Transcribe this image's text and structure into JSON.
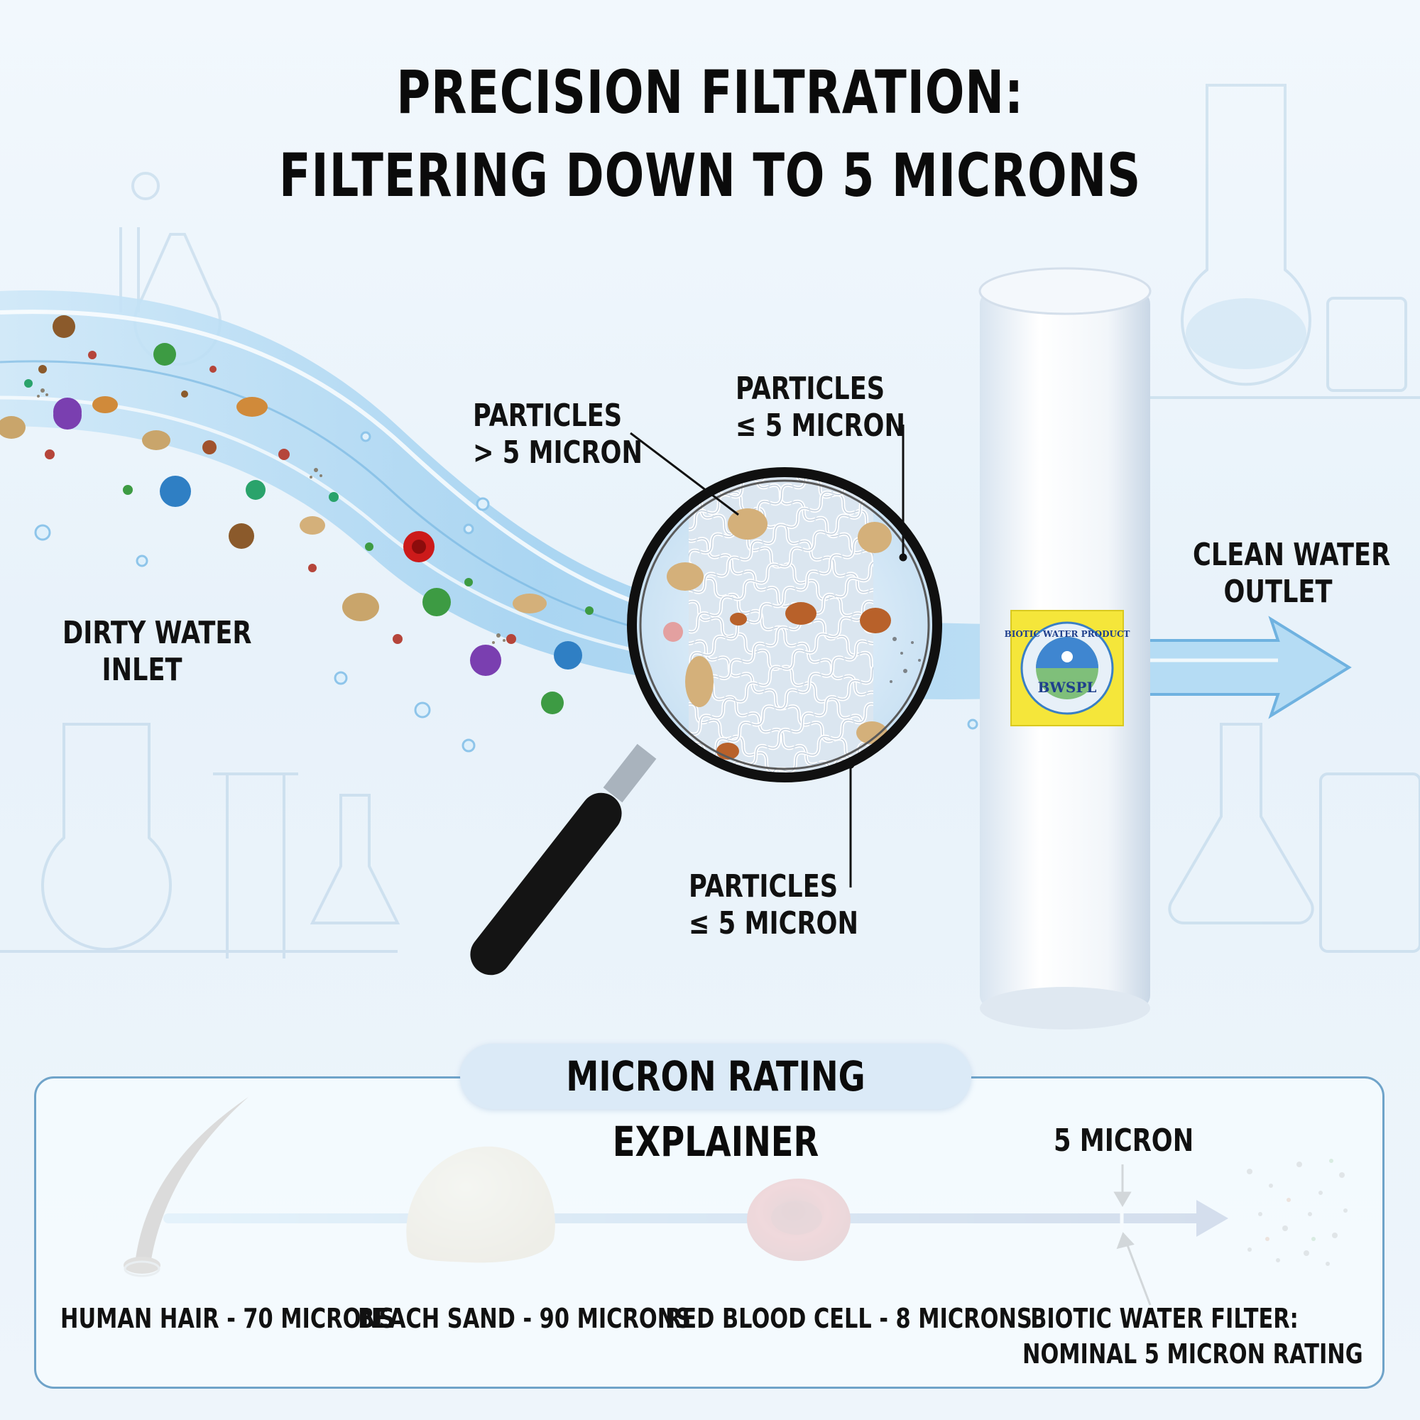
{
  "title": {
    "line1": "PRECISION FILTRATION:",
    "line2": "FILTERING DOWN TO 5 MICRONS"
  },
  "labels": {
    "dirty_inlet": {
      "line1": "DIRTY WATER",
      "line2": "INLET"
    },
    "clean_outlet": {
      "line1": "CLEAN WATER",
      "line2": "OUTLET"
    },
    "particles_large": {
      "line1": "PARTICLES",
      "line2": "> 5 MICRON"
    },
    "particles_small_top": {
      "line1": "PARTICLES",
      "line2": "≤ 5 MICRON"
    },
    "particles_small_bottom": {
      "line1": "PARTICLES",
      "line2": "≤ 5 MICRON"
    }
  },
  "cartridge_label": {
    "arc_text": "BIOTIC WATER PRODUCT",
    "brand": "BWSPL"
  },
  "explainer": {
    "title": "MICRON RATING EXPLAINER",
    "marker_label": "5 MICRON",
    "items": [
      {
        "name": "human-hair",
        "label": "HUMAN HAIR - 70 MICRONS",
        "microns": 70
      },
      {
        "name": "beach-sand",
        "label": "BEACH SAND - 90 MICRONS",
        "microns": 90
      },
      {
        "name": "red-blood-cell",
        "label": "RED BLOOD CELL - 8 MICRONS",
        "microns": 8
      }
    ],
    "filter_rating": {
      "line1": "BIOTIC WATER FILTER:",
      "line2": "NOMINAL 5 MICRON RATING",
      "microns": 5
    }
  },
  "colors": {
    "water": "#8ec5ea",
    "arrow_dark": "#1f3f8c",
    "frame": "#6fa3c9",
    "blood_cell": "#cc1a1a",
    "sand": "#dcc08a"
  }
}
